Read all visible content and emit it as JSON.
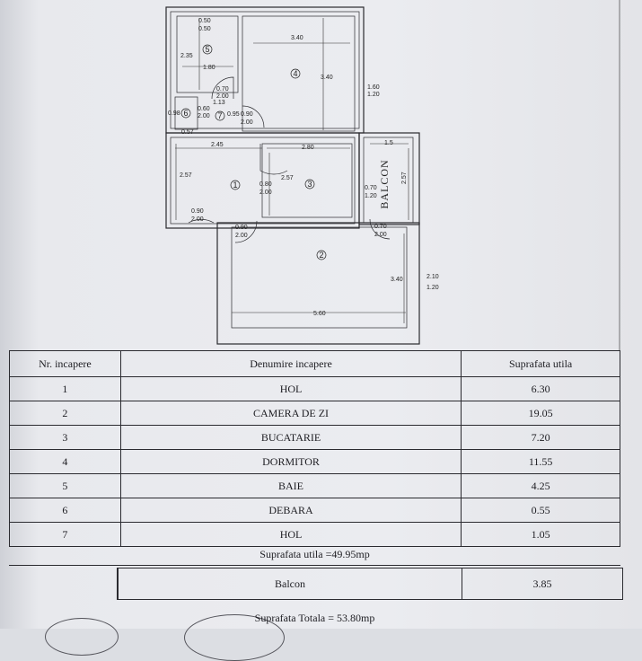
{
  "plan": {
    "room_numbers": [
      "1",
      "2",
      "3",
      "4",
      "5",
      "6",
      "7"
    ],
    "balcony_label": "BALCON",
    "dims": {
      "r5_top": "0.50",
      "r5_top2": "0.50",
      "r5_h": "2.35",
      "r5_w": "1.80",
      "r4_w": "3.40",
      "r4_h": "3.40",
      "r4_win_a": "1.60",
      "r4_win_b": "1.20",
      "r7_door_a": "0.70",
      "r7_door_b": "2.00",
      "r7_w": "1.13",
      "r6_w": "0.98",
      "r6_d_a": "0.60",
      "r6_d_b": "2.00",
      "r7_d2_a": "0.95",
      "r7_d3_a": "0.90",
      "r7_d3_b": "2.00",
      "r6_small": "0.57",
      "r1_w": "2.45",
      "r3_w": "2.80",
      "balc_w": "1.5",
      "balc_h": "2.57",
      "r1_h": "2.57",
      "r3_h": "2.57",
      "r1_door_a": "0.80",
      "r1_door_b": "2.00",
      "r3_win_a": "0.70",
      "r3_win_b": "1.20",
      "entry_a": "0.90",
      "entry_b": "2.00",
      "r2_door_a": "0.90",
      "r2_door_b": "2.00",
      "balc_door_a": "0.70",
      "balc_door_b": "2.00",
      "r2_h": "3.40",
      "r2_w": "5.60",
      "r2_win_a": "2.10",
      "r2_win_b": "1.20"
    }
  },
  "table": {
    "headers": [
      "Nr. incapere",
      "Denumire incapere",
      "Suprafata utila"
    ],
    "rows": [
      [
        "1",
        "HOL",
        "6.30"
      ],
      [
        "2",
        "CAMERA DE ZI",
        "19.05"
      ],
      [
        "3",
        "BUCATARIE",
        "7.20"
      ],
      [
        "4",
        "DORMITOR",
        "11.55"
      ],
      [
        "5",
        "BAIE",
        "4.25"
      ],
      [
        "6",
        "DEBARA",
        "0.55"
      ],
      [
        "7",
        "HOL",
        "1.05"
      ]
    ],
    "suprafata_utila": "Suprafata utila =49.95mp",
    "balcon_label": "Balcon",
    "balcon_value": "3.85",
    "suprafata_totala": "Suprafata Totala = 53.80mp"
  }
}
